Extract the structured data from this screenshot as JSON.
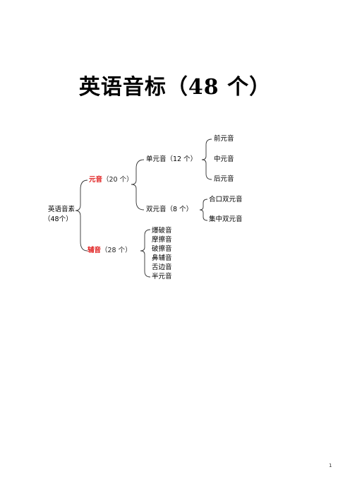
{
  "title": "英语音标（48 个）",
  "root": {
    "line1": "英语音素",
    "line2": "（48个）"
  },
  "vowels": {
    "label": "元音",
    "count": "（20 个）",
    "single": {
      "label": "单元音（12 个）",
      "items": [
        "前元音",
        "中元音",
        "后元音"
      ]
    },
    "double": {
      "label": "双元音（8 个）",
      "items": [
        "合口双元音",
        "集中双元音"
      ]
    }
  },
  "consonants": {
    "label": "辅音",
    "count": "（28 个）",
    "items": [
      "爆破音",
      "摩擦音",
      "破擦音",
      "鼻辅音",
      "舌边音",
      "半元音"
    ]
  },
  "page_number": "1"
}
